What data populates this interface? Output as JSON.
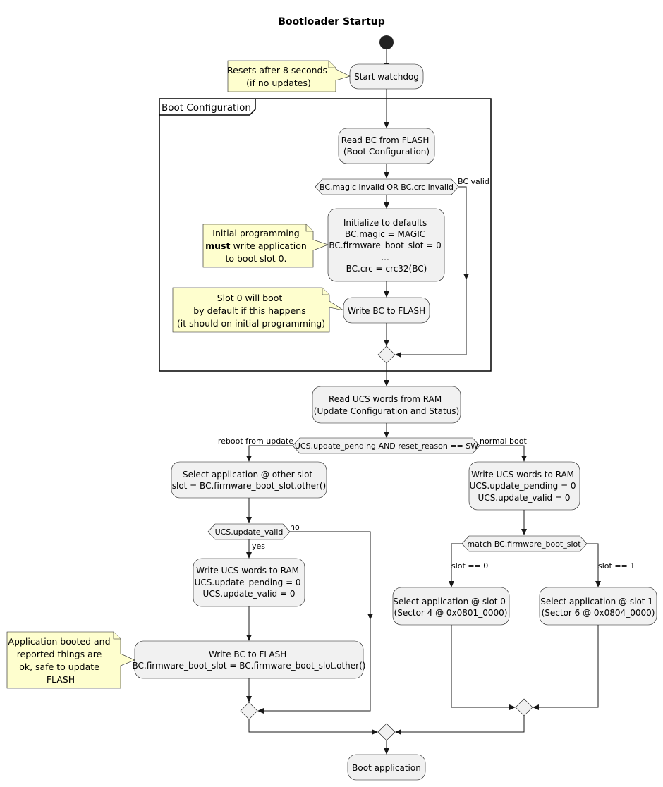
{
  "title": "Bootloader Startup",
  "frame": {
    "label": "Boot Configuration"
  },
  "activities": {
    "start_watchdog": [
      "Start watchdog"
    ],
    "read_bc": [
      "Read BC from FLASH",
      "(Boot Configuration)"
    ],
    "init_defaults": [
      "Initialize to defaults",
      "BC.magic = MAGIC",
      "BC.firmware_boot_slot = 0",
      "...",
      "BC.crc = crc32(BC)"
    ],
    "write_bc_init": [
      "Write BC to FLASH"
    ],
    "read_ucs": [
      "Read UCS words from RAM",
      "(Update Configuration and Status)"
    ],
    "select_other": [
      "Select application @ other slot",
      "slot = BC.firmware_boot_slot.other()"
    ],
    "write_ucs_left": [
      "Write UCS words to RAM",
      "UCS.update_pending = 0",
      "UCS.update_valid = 0"
    ],
    "write_bc_other": [
      "Write BC to FLASH",
      "BC.firmware_boot_slot = BC.firmware_boot_slot.other()"
    ],
    "write_ucs_right": [
      "Write UCS words to RAM",
      "UCS.update_pending = 0",
      "UCS.update_valid = 0"
    ],
    "select_slot0": [
      "Select application @ slot 0",
      "(Sector 4 @ 0x0801_0000)"
    ],
    "select_slot1": [
      "Select application @ slot 1",
      "(Sector 6 @ 0x0804_0000)"
    ],
    "boot_app": [
      "Boot application"
    ]
  },
  "decisions": {
    "bc_check": "BC.magic invalid OR BC.crc invalid",
    "ucs_check": "UCS.update_pending AND reset_reason == SW",
    "update_valid": "UCS.update_valid",
    "match_slot": "match BC.firmware_boot_slot"
  },
  "edge_labels": {
    "bc_valid": "BC valid",
    "reboot_from_update": "reboot from update",
    "normal_boot": "normal boot",
    "no": "no",
    "yes": "yes",
    "slot_eq_0": "slot == 0",
    "slot_eq_1": "slot == 1"
  },
  "notes": {
    "watchdog": [
      "Resets after 8 seconds",
      "(if no updates)"
    ],
    "initial_programming": {
      "line1": "Initial programming",
      "line2_bold": "must",
      "line2_rest": " write application",
      "line3": "to boot slot 0."
    },
    "slot0_default": [
      "Slot 0 will boot",
      "by default if this happens",
      "(it should on initial programming)"
    ],
    "app_booted": [
      "Application booted and",
      "reported things are",
      "ok, safe to update",
      "FLASH"
    ]
  }
}
